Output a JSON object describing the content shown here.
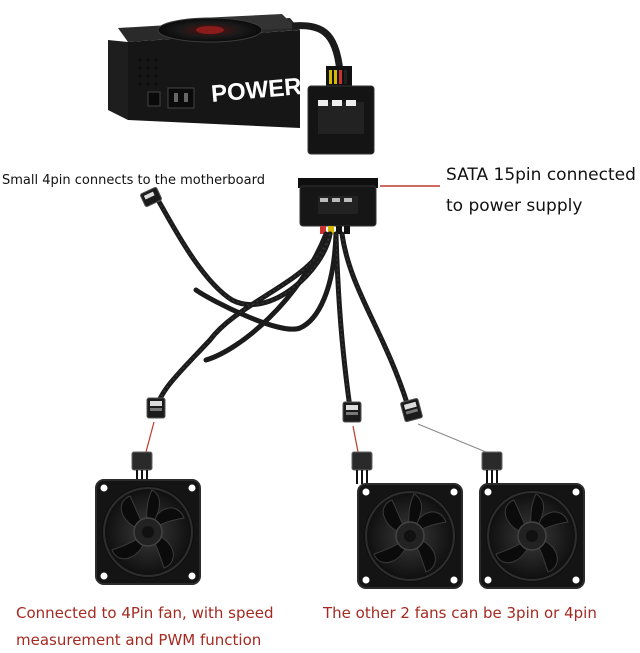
{
  "psu": {
    "brand_text": "POWER"
  },
  "labels": {
    "motherboard": "Small 4pin connects to the motherboard",
    "sata_line1": "SATA 15pin connected",
    "sata_line2": "to power supply",
    "fan_left_line1": "Connected to 4Pin fan, with speed",
    "fan_left_line2": "measurement and PWM function",
    "fans_right": "The other 2 fans can be 3pin or 4pin"
  },
  "colors": {
    "caption_red": "#a42a21",
    "leader_red": "#c0392b",
    "cable": "#1b1b1b",
    "fan_body": "#1a1a1a"
  }
}
